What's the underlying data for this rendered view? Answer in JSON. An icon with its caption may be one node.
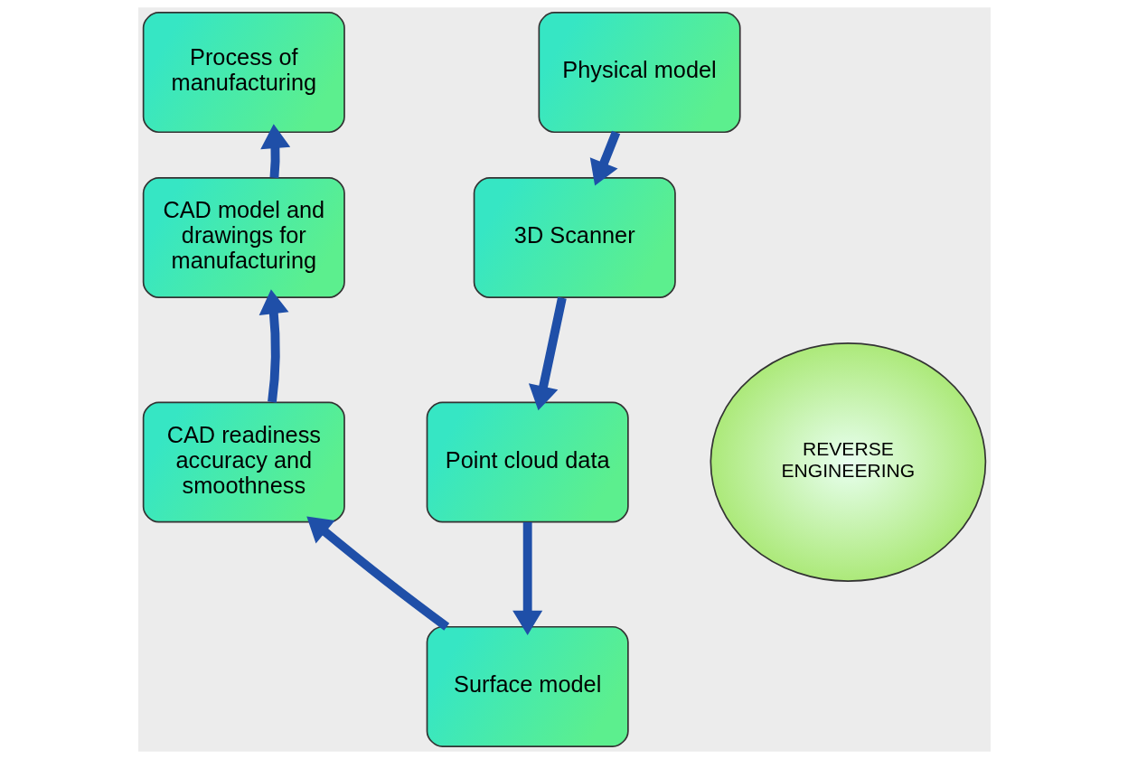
{
  "diagram": {
    "nodes": [
      {
        "text": [
          "Process of manufacturing"
        ]
      },
      {
        "text": [
          "CAD model and drawings for manufacturing"
        ]
      },
      {
        "text": [
          "Physical model"
        ]
      },
      {
        "text": [
          "3D Scanner"
        ]
      },
      {
        "text": [
          "REVERSE ENGINEERING"
        ]
      },
      {
        "text": [
          "CAD readiness accuracy and smoothness"
        ]
      },
      {
        "text": [
          "Point cloud data"
        ]
      },
      {
        "text": [
          "Surface model"
        ]
      }
    ],
    "edges": [
      {
        "from": 2,
        "to": 3,
        "arrow": "to"
      },
      {
        "from": 3,
        "to": 6,
        "arrow": "to"
      },
      {
        "from": 6,
        "to": 7,
        "arrow": "to"
      },
      {
        "from": 7,
        "to": 5,
        "arrow": "to"
      },
      {
        "from": 5,
        "to": 1,
        "arrow": "to"
      },
      {
        "from": 1,
        "to": 0,
        "arrow": "to"
      }
    ]
  }
}
